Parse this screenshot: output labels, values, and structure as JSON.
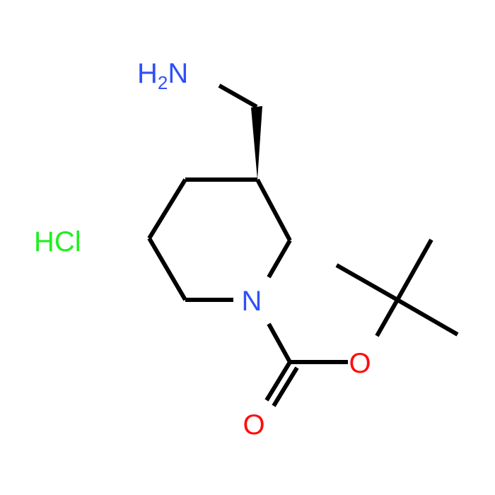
{
  "molecule": {
    "atoms": {
      "amine": {
        "main": "H",
        "subscript": "2",
        "tail": "N",
        "color": "#3050F8"
      },
      "ring_nitrogen": {
        "text": "N",
        "color": "#3050F8"
      },
      "ester_oxygen": {
        "text": "O",
        "color": "#FF0D0D"
      },
      "carbonyl_oxygen": {
        "text": "O",
        "color": "#FF0D0D"
      }
    },
    "counterion": {
      "text": "HCl",
      "color": "#1FF01F"
    },
    "bond_color": "#000000"
  }
}
